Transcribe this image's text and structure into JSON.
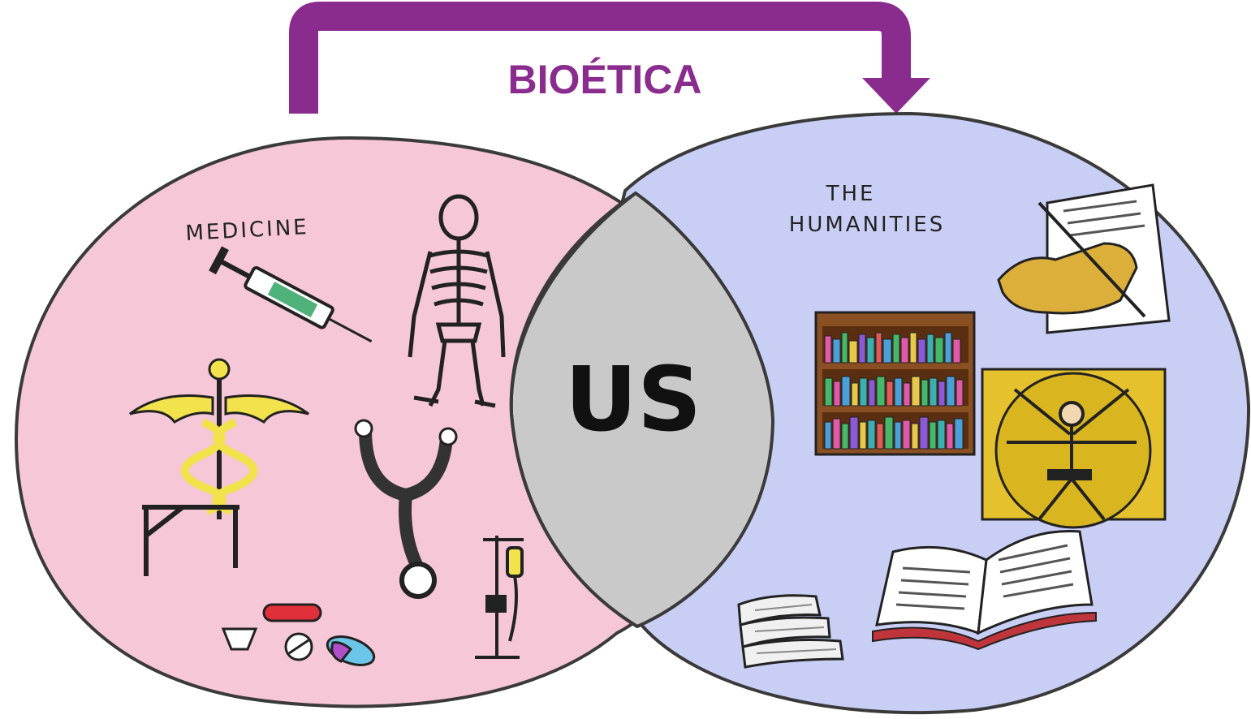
{
  "header": {
    "title": "BIOÉTICA"
  },
  "left": {
    "label": "MEDICINE"
  },
  "right": {
    "label_line1": "THE",
    "label_line2": "HUMANITIES"
  },
  "center": {
    "label": "US"
  },
  "colors": {
    "arrow": "#8a2c8e",
    "left_fill": "#f6c7d6",
    "right_fill": "#c9cef5",
    "overlap_fill": "#c9c9c9",
    "outline": "#3a3a3a"
  },
  "icons": {
    "left": [
      "syringe-icon",
      "skeleton-icon",
      "caduceus-icon",
      "walker-icon",
      "stethoscope-icon",
      "iv-drip-icon",
      "pills-icon"
    ],
    "right": [
      "writing-hand-icon",
      "bookshelf-icon",
      "vitruvian-man-icon",
      "open-book-icon",
      "book-stack-icon"
    ]
  }
}
